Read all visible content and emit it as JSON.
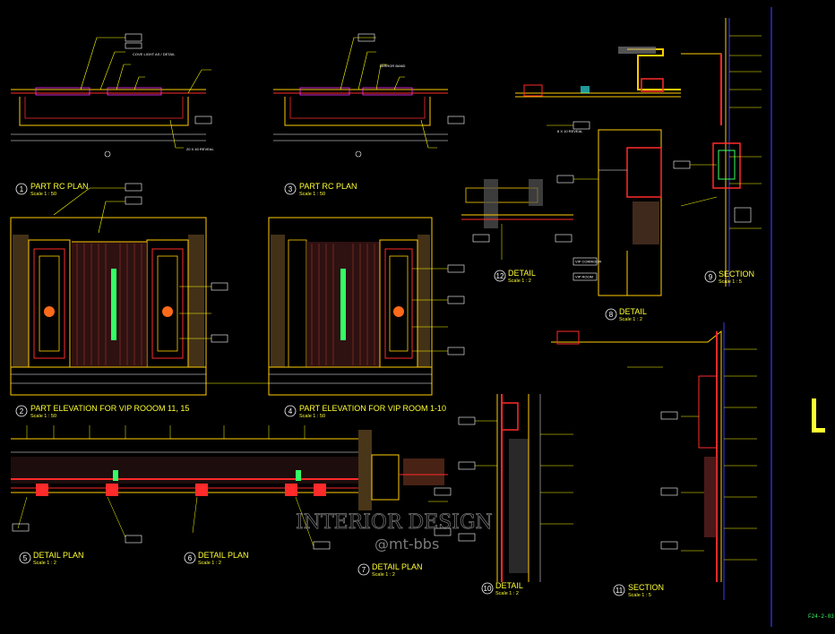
{
  "colors": {
    "background": "#000000",
    "title_text": "#ffff33",
    "leader": "#ffff00",
    "outline_primary": "#ffcc00",
    "section_red": "#ff2a2a",
    "frame_blue": "#3a3aff",
    "accent_green": "#33ff66",
    "accent_cyan": "#33ffff",
    "accent_magenta": "#ff33ff"
  },
  "views": [
    {
      "num": "1",
      "title": "PART RC PLAN",
      "scale": "Scale 1 : 50"
    },
    {
      "num": "2",
      "title": "PART ELEVATION FOR VIP ROOOM 11, 15",
      "scale": "Scale 1 : 50"
    },
    {
      "num": "3",
      "title": "PART RC PLAN",
      "scale": "Scale 1 : 50"
    },
    {
      "num": "4",
      "title": "PART ELEVATION FOR VIP ROOM 1-10",
      "scale": "Scale 1 : 50"
    },
    {
      "num": "5",
      "title": "DETAIL PLAN",
      "scale": "Scale 1 : 2"
    },
    {
      "num": "6",
      "title": "DETAIL PLAN",
      "scale": "Scale 1 : 2"
    },
    {
      "num": "7",
      "title": "DETAIL PLAN",
      "scale": "Scale 1 : 2"
    },
    {
      "num": "8",
      "title": "DETAIL",
      "scale": "Scale 1 : 2"
    },
    {
      "num": "9",
      "title": "SECTION",
      "scale": "Scale 1 : 5"
    },
    {
      "num": "10",
      "title": "DETAIL",
      "scale": "Scale 1 : 2"
    },
    {
      "num": "11",
      "title": "SECTION",
      "scale": "Scale 1 : 5"
    },
    {
      "num": "12",
      "title": "DETAIL",
      "scale": "Scale 1 : 2"
    }
  ],
  "watermark": {
    "line1": "INTERIOR DESIGN",
    "line2": "@mt-bbs"
  },
  "annotations": {
    "cove_light": "COVE LIGHT AS / DETAIL",
    "reveal_20x40": "20 X 40 REVEAL",
    "reveal_8x10": "8 X 10 REVEAL",
    "mirror_band": "MIRROR BAND",
    "vip_corridor": "VIP CORRIDOR",
    "vip_room": "VIP ROOM"
  },
  "corner_stamp": "F24-2-03"
}
